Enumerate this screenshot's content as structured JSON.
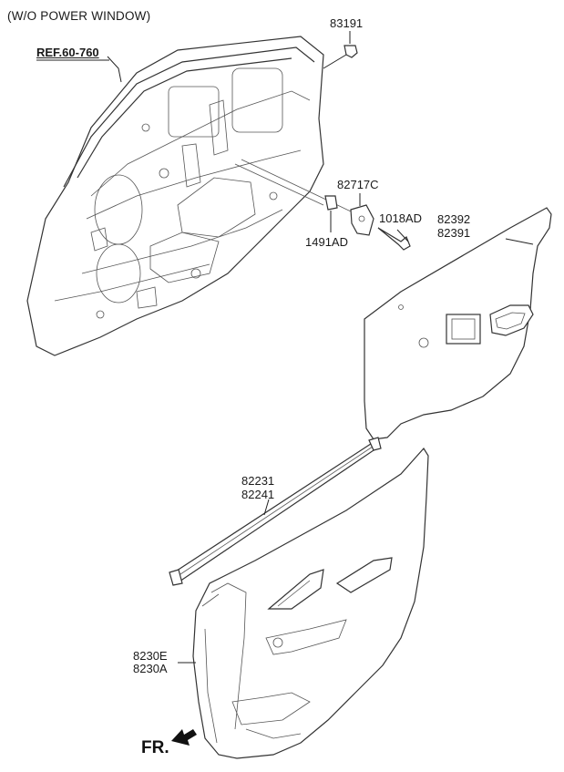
{
  "header": {
    "title": "(W/O POWER WINDOW)",
    "reference": "REF.60-760"
  },
  "parts": [
    {
      "id": "p83191",
      "number": "83191"
    },
    {
      "id": "p82717c",
      "number": "82717C"
    },
    {
      "id": "p1018ad",
      "number": "1018AD"
    },
    {
      "id": "p1491ad",
      "number": "1491AD"
    },
    {
      "id": "p82392",
      "number": "82392"
    },
    {
      "id": "p82391",
      "number": "82391"
    },
    {
      "id": "p82231",
      "number": "82231"
    },
    {
      "id": "p82241",
      "number": "82241"
    },
    {
      "id": "p8230e",
      "number": "8230E"
    },
    {
      "id": "p8230a",
      "number": "8230A"
    }
  ],
  "direction": {
    "label": "FR.",
    "icon": "front-direction-arrow-icon"
  }
}
